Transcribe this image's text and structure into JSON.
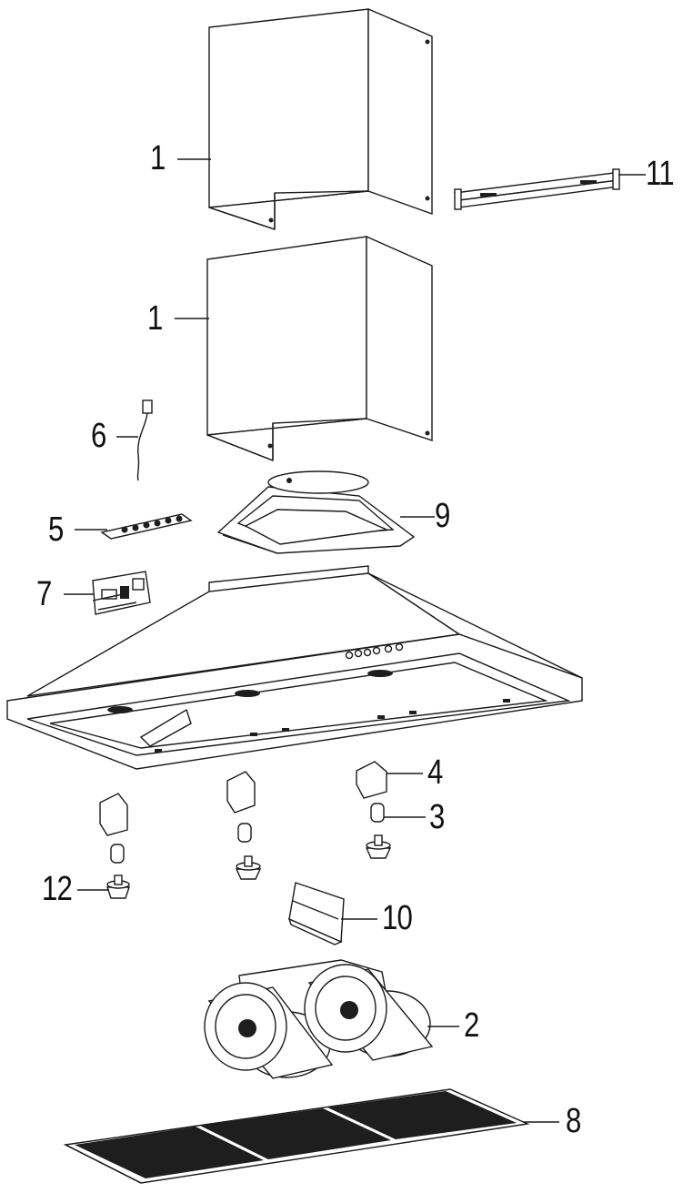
{
  "callouts": {
    "c1a": "1",
    "c1b": "1",
    "c2": "2",
    "c3": "3",
    "c4": "4",
    "c5": "5",
    "c6": "6",
    "c7": "7",
    "c8": "8",
    "c9": "9",
    "c10": "10",
    "c11": "11",
    "c12": "12"
  }
}
